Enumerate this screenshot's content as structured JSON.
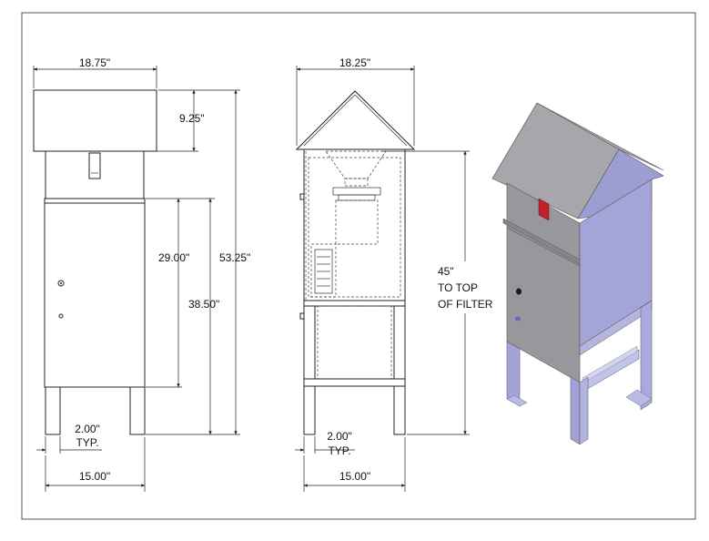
{
  "front_view": {
    "width_top": "18.75\"",
    "roof_height": "9.25\"",
    "door_height": "29.00\"",
    "body_height": "38.50\"",
    "total_height": "53.25\"",
    "leg_width_value": "2.00\"",
    "leg_width_note": "TYP.",
    "base_width": "15.00\""
  },
  "side_view": {
    "width_top": "18.25\"",
    "filter_height_value": "45\"",
    "filter_height_line2": "TO TOP",
    "filter_height_line3": "OF FILTER",
    "leg_width_value": "2.00\"",
    "leg_width_note": "TYP.",
    "base_width": "15.00\""
  },
  "colors": {
    "iso_roof_top": "#a6a6ab",
    "iso_roof_side": "#9c9dd0",
    "iso_front": "#98989c",
    "iso_side": "#a3a4d8",
    "iso_label": "#c0202a"
  }
}
